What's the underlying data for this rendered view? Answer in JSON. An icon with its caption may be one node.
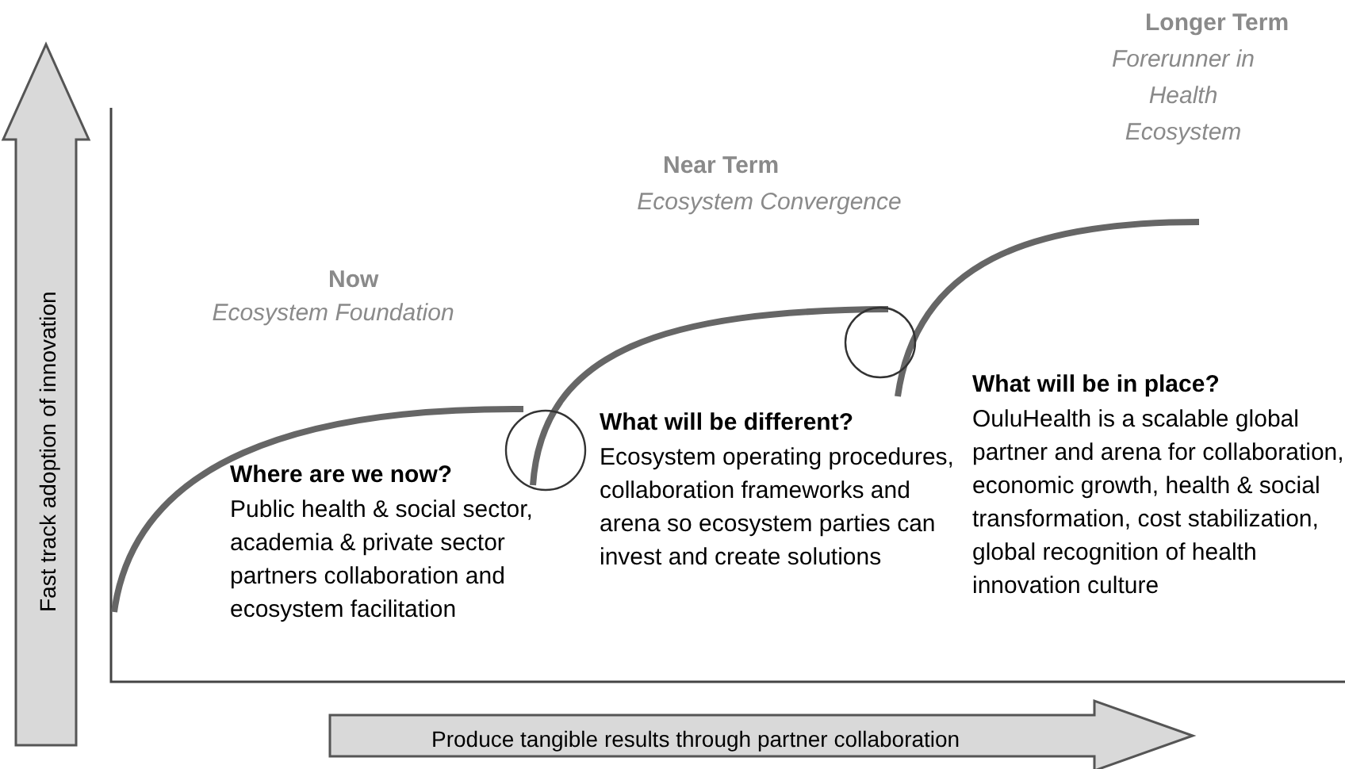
{
  "diagram": {
    "labels": [
      "Longer Term",
      "Forerunner in Health Ecosystem",
      "Near Term",
      "Ecosystem Convergence",
      "Now",
      "Ecosystem Foundation",
      "Fast track adoption of innovation",
      "What  will be in place?",
      "OuluHealth is a scalable global partner and arena for collaboration, economic growth, health & social transformation, cost stabilization, global recognition of health innovation culture",
      "What will be different?",
      "Ecosystem operating procedures, collaboration frameworks and arena so ecosystem parties can invest and create solutions",
      "Where are we now?",
      "Public health & social sector, academia & private sector partners collaboration and ecosystem facilitation",
      "Produce tangible results through partner collaboration"
    ]
  }
}
